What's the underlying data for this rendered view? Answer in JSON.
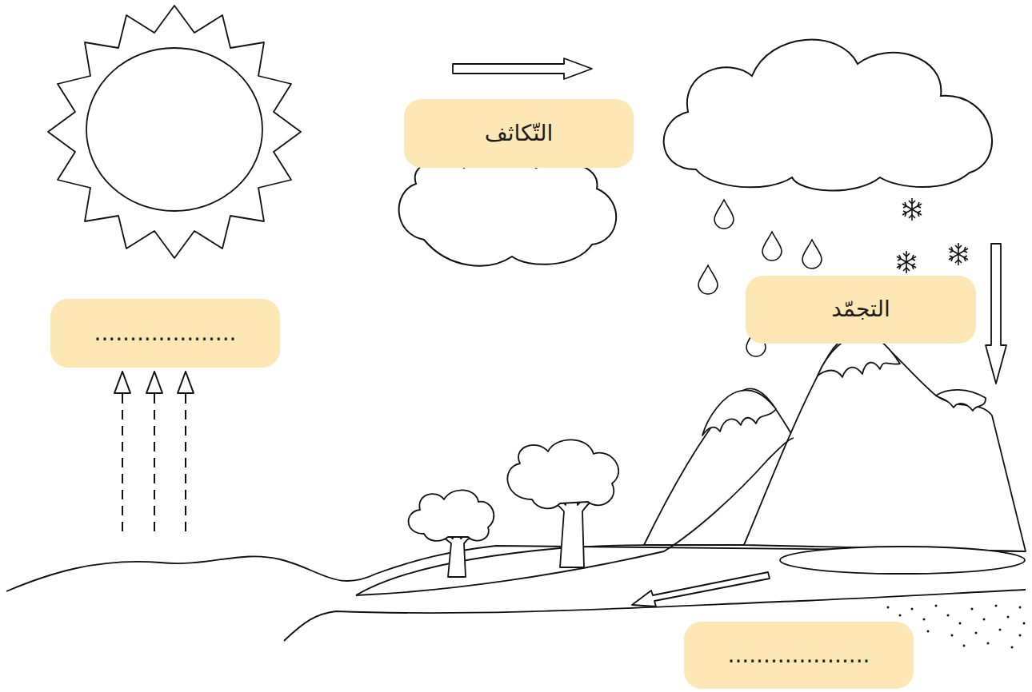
{
  "diagram": {
    "nodes": [
      {
        "text": [
          "التّكاثف"
        ]
      },
      {
        "text": [
          "...................."
        ]
      },
      {
        "text": [
          "التجمّد"
        ]
      },
      {
        "text": [
          "...................."
        ]
      }
    ]
  }
}
